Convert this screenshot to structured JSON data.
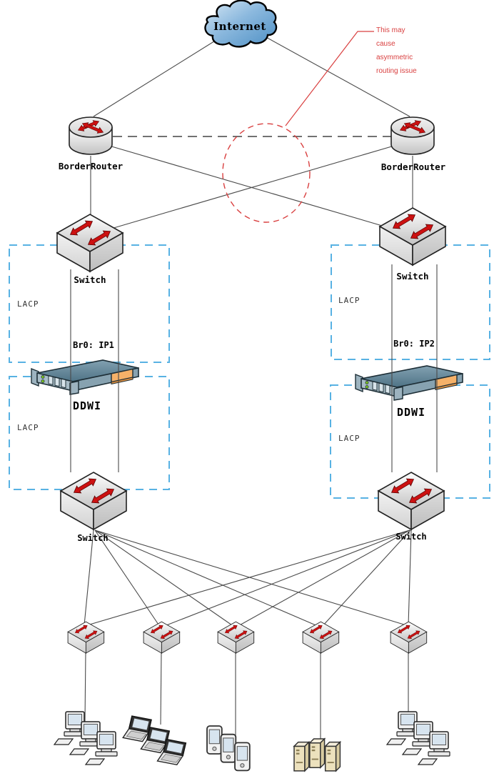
{
  "annotation": {
    "lines": [
      "This may",
      "cause",
      "asymmetric",
      "routing issue"
    ],
    "color": "#d94040"
  },
  "nodes": {
    "internet": "Internet",
    "border_router_left": "BorderRouter",
    "border_router_right": "BorderRouter",
    "switch_top_left": "Switch",
    "switch_top_right": "Switch",
    "lacp_upper_left": "LACP",
    "lacp_lower_left": "LACP",
    "lacp_upper_right": "LACP",
    "lacp_lower_right": "LACP",
    "bridge_left": "Br0: IP1",
    "bridge_right": "Br0: IP2",
    "ddwi_left": "DDWI",
    "ddwi_right": "DDWI",
    "switch_dist_left": "Switch",
    "switch_dist_right": "Switch"
  },
  "icons": {
    "internet": "cloud-icon",
    "border_router": "router-icon",
    "switch": "switch-icon",
    "ddwi": "appliance-icon",
    "access_switches": [
      "switch-icon",
      "switch-icon",
      "switch-icon",
      "switch-icon",
      "switch-icon"
    ],
    "client_groups": [
      "desktop-group-icon",
      "laptop-group-icon",
      "phone-group-icon",
      "server-group-icon",
      "desktop-group-icon"
    ]
  },
  "colors": {
    "lacp_box_dash": "#58b2e3",
    "annotation_red": "#d94040",
    "arrow_red": "#cc1111",
    "line_gray": "#4a4a4a",
    "appliance_orange": "#f5b169",
    "cloud_blue": "#4d8fc4",
    "server_beige": "#ece1bd"
  }
}
